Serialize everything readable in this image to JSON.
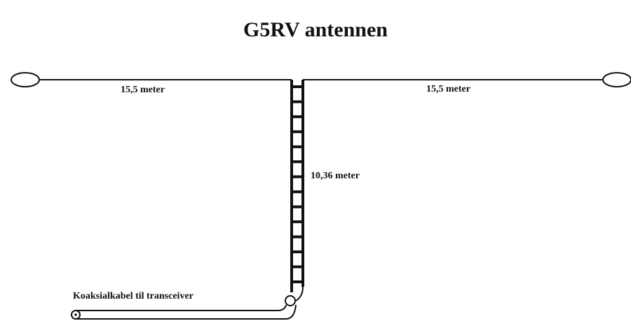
{
  "title": "G5RV antennen",
  "labels": {
    "left_dipole": "15,5 meter",
    "right_dipole": "15,5 meter",
    "ladder_line": "10,36 meter",
    "coax": "Koaksialkabel til transceiver"
  },
  "components": {
    "left_insulator": "insulator",
    "right_insulator": "insulator",
    "ladder_rungs": 14
  },
  "colors": {
    "line": "#111111",
    "background": "#ffffff"
  }
}
